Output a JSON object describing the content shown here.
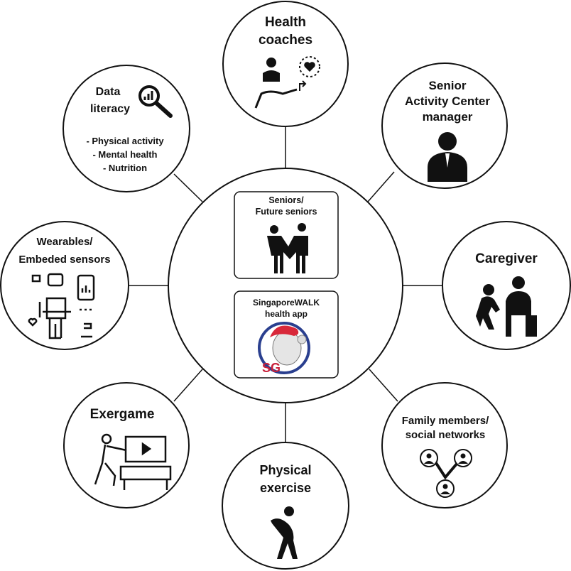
{
  "center": {
    "seniors_box": {
      "line1": "Seniors/",
      "line2": "Future seniors",
      "icon": "handshake-people-icon"
    },
    "app_box": {
      "line1": "SingaporeWALK",
      "line2": "health app",
      "logo_text": "SG",
      "icon": "mascot-logo"
    }
  },
  "nodes": {
    "health_coaches": {
      "line1": "Health",
      "line2": "coaches",
      "icon": "coach-heart-icon"
    },
    "sac_manager": {
      "line1": "Senior",
      "line2": "Activity Center",
      "line3": "manager",
      "icon": "manager-icon"
    },
    "caregiver": {
      "line1": "Caregiver",
      "icon": "caregiver-icon"
    },
    "family": {
      "line1": "Family members/",
      "line2": "social networks",
      "icon": "network-icon"
    },
    "physical_exercise": {
      "line1": "Physical",
      "line2": "exercise",
      "icon": "stretching-icon"
    },
    "exergame": {
      "line1": "Exergame",
      "icon": "exergame-icon"
    },
    "wearables": {
      "line1": "Wearables/",
      "line2": "Embeded sensors",
      "icon": "wearable-sensor-icon"
    },
    "data_literacy": {
      "line1": "Data",
      "line2": "literacy",
      "icon": "magnifier-chart-icon",
      "items": [
        "- Physical activity",
        "- Mental health",
        "- Nutrition"
      ]
    }
  },
  "colors": {
    "stroke": "#111111",
    "mascot_red": "#d8283a",
    "mascot_blue": "#2a3f8f"
  }
}
